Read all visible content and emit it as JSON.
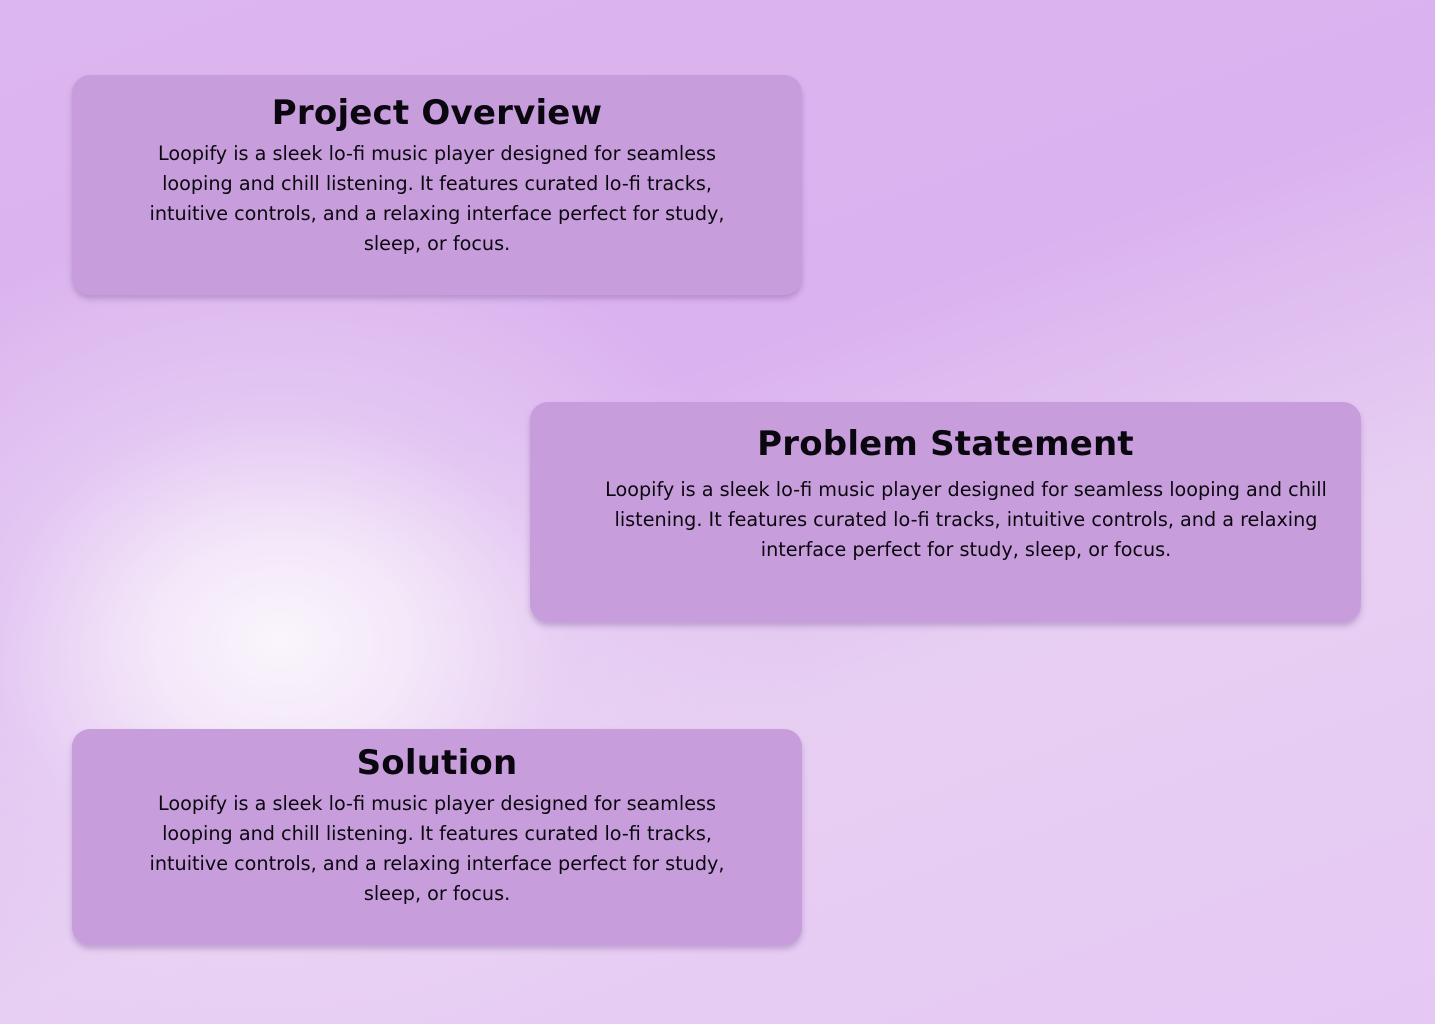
{
  "sections": {
    "overview": {
      "title": "Project Overview",
      "body": "Loopify is a sleek lo-fi music player designed for seamless looping and chill listening. It features curated lo-fi tracks, intuitive controls, and a relaxing interface perfect for study, sleep, or focus."
    },
    "problem": {
      "title": "Problem Statement",
      "body": "Loopify is a sleek lo-fi music player designed for seamless looping and chill listening. It features curated lo-fi tracks, intuitive controls, and a relaxing interface perfect for study, sleep, or focus."
    },
    "solution": {
      "title": "Solution",
      "body": "Loopify is a sleek lo-fi music player designed for seamless looping and chill listening. It features curated lo-fi tracks, intuitive controls, and a relaxing interface perfect for study, sleep, or focus."
    }
  },
  "colors": {
    "card_background": "#c79edb",
    "text": "#0b0710",
    "page_background": "#dcb6ee"
  }
}
